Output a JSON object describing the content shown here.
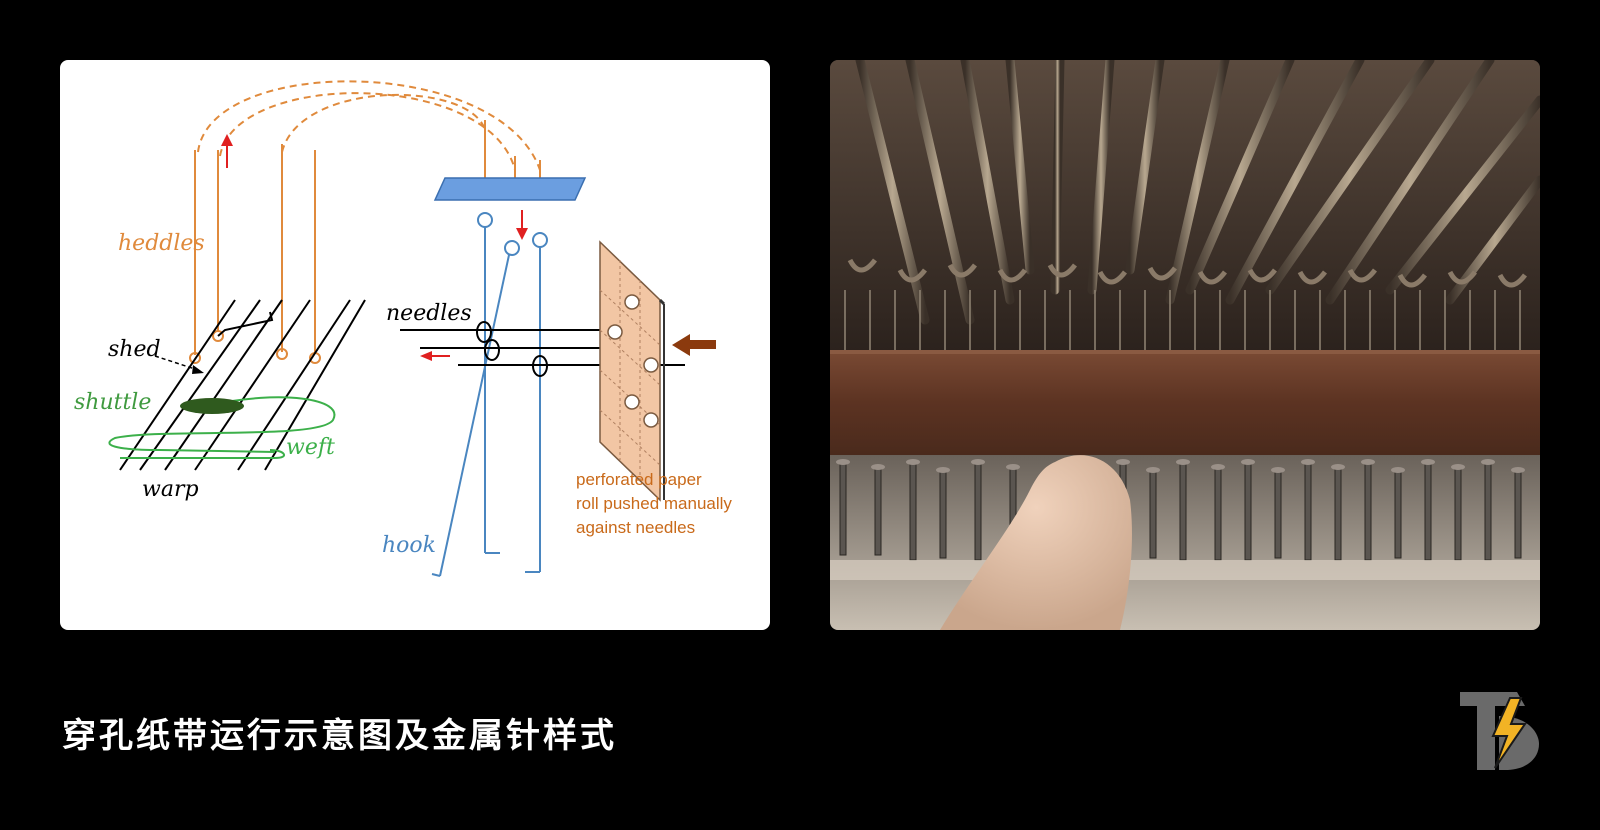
{
  "diagram": {
    "labels": {
      "heddles": "heddles",
      "shed": "shed",
      "shuttle": "shuttle",
      "weft": "weft",
      "warp": "warp",
      "needles": "needles",
      "hook": "hook",
      "paper_line1": "perforated  paper",
      "paper_line2": "roll pushed manually",
      "paper_line3": "against  needles"
    },
    "colors": {
      "heddle": "#e08a3c",
      "hook": "#4a86c0",
      "shuttle_label": "#3f9a3f",
      "weft": "#3cb04a",
      "shuttle": "#2f5a1e",
      "arrow_red": "#e02020",
      "arrow_brown": "#8b3a0e",
      "plate": "#6b9ee0",
      "paper": "#f2c6a4",
      "paper_text": "#c96a1a"
    }
  },
  "photo": {
    "icon": "jacquard-needles-photo"
  },
  "caption": "穿孔纸带运行示意图及金属针样式",
  "logo": {
    "icon": "td-lightning-logo"
  }
}
